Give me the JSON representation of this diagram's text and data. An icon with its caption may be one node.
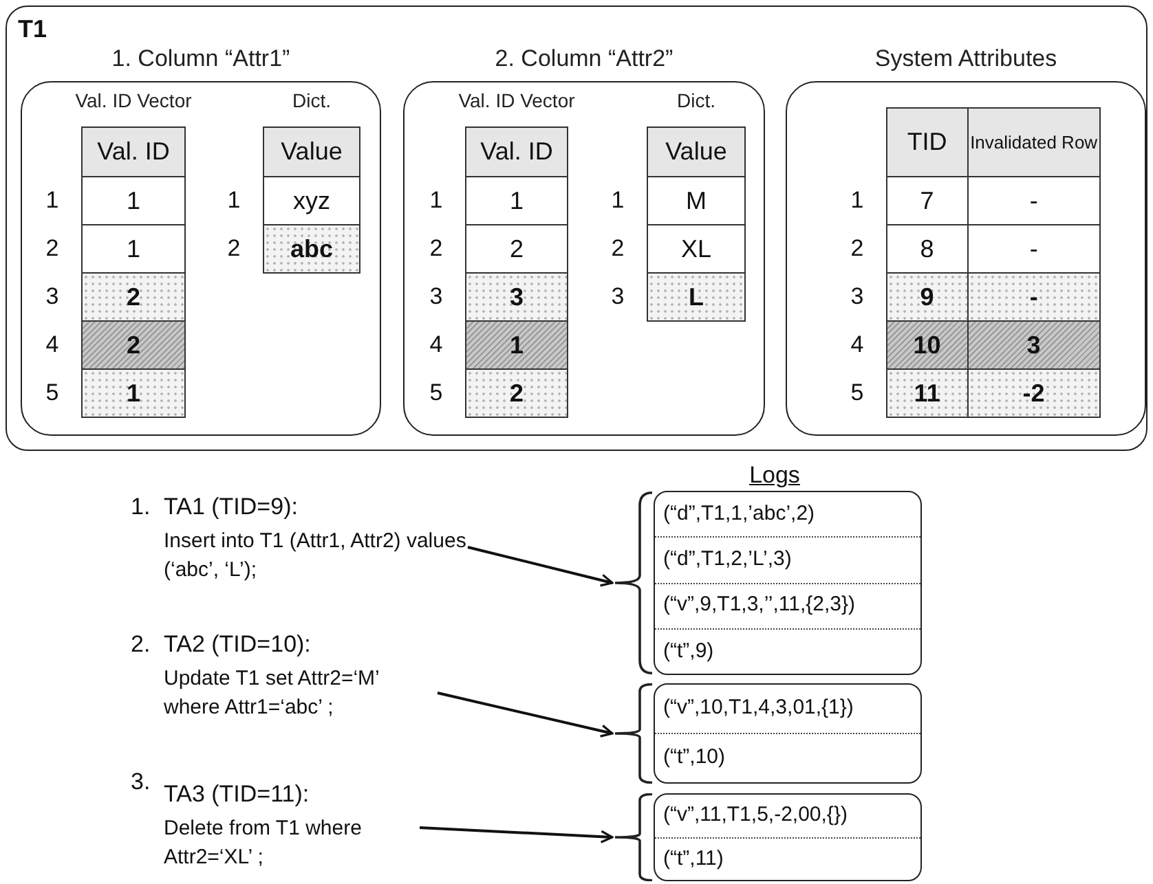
{
  "diagram": {
    "nodes": [
      {
        "text": [
          "T1"
        ]
      },
      {
        "text": [
          "1. Column “Attr1”"
        ],
        "in": 0
      },
      {
        "text": [
          "Val. ID Vector",
          "Val. ID",
          "1",
          "1",
          "2",
          "2",
          "1"
        ],
        "beside": [
          "1",
          "2",
          "3",
          "4",
          "5"
        ],
        "in": 1
      },
      {
        "text": [
          "Dict.",
          "Value",
          "xyz",
          "abc"
        ],
        "beside": [
          "1",
          "2"
        ],
        "in": 1
      },
      {
        "text": [
          "2. Column “Attr2”"
        ],
        "in": 0
      },
      {
        "text": [
          "Val. ID Vector",
          "Val. ID",
          "1",
          "2",
          "3",
          "1",
          "2"
        ],
        "beside": [
          "1",
          "2",
          "3",
          "4",
          "5"
        ],
        "in": 4
      },
      {
        "text": [
          "Dict.",
          "Value",
          "M",
          "XL",
          "L"
        ],
        "beside": [
          "1",
          "2",
          "3"
        ],
        "in": 4
      },
      {
        "text": [
          "System Attributes"
        ],
        "in": 0
      },
      {
        "text": [
          "TID",
          "Invalidated Row",
          "7",
          "-",
          "8",
          "-",
          "9",
          "-",
          "10",
          "3",
          "11",
          "-2"
        ],
        "beside": [
          "1",
          "2",
          "3",
          "4",
          "5"
        ],
        "in": 7
      },
      {
        "text": [
          "1.",
          "TA1 (TID=9):",
          "Insert into T1 (Attr1, Attr2) values (‘abc’, ‘L’);"
        ]
      },
      {
        "text": [
          "(“d”,T1,1,’abc’,2)",
          "(“d”,T1,2,’L’,3)",
          "(“v”,9,T1,3,’’,11,{2,3})",
          "(“t”,9)"
        ]
      },
      {
        "text": [
          "2.",
          "TA2 (TID=10):",
          "Update T1 set Attr2=‘M’ where Attr1=‘abc’ ;"
        ]
      },
      {
        "text": [
          "(“v”,10,T1,4,3,01,{1})",
          "(“t”,10)"
        ]
      },
      {
        "text": [
          "3.",
          "TA3 (TID=11):",
          "Delete from T1 where Attr2=‘XL’ ;"
        ]
      },
      {
        "text": [
          "(“v”,11,T1,5,-2,00,{})",
          "(“t”,11)"
        ]
      }
    ],
    "edges": [
      {
        "from": 9,
        "to": 10,
        "arrow": "to"
      },
      {
        "from": 11,
        "to": 12,
        "arrow": "to"
      },
      {
        "from": 13,
        "to": 14,
        "arrow": "to"
      }
    ],
    "labels": [
      "Logs"
    ]
  }
}
